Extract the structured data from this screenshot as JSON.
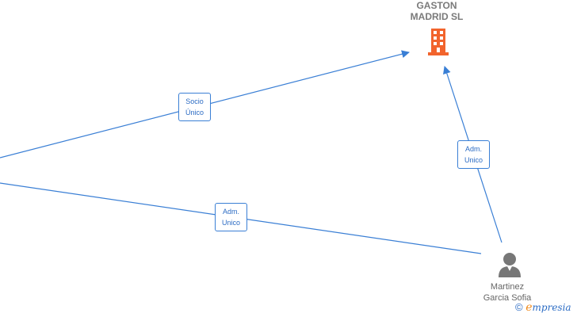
{
  "company": {
    "name_line1": "GASTON",
    "name_line2": "MADRID  SL",
    "icon": "building-icon",
    "icon_color": "#f2642d"
  },
  "person": {
    "name_line1": "Martinez",
    "name_line2": "Garcia Sofia",
    "icon": "person-icon",
    "icon_color": "#777777"
  },
  "edges": [
    {
      "line1": "Socio",
      "line2": "Único"
    },
    {
      "line1": "Adm.",
      "line2": "Unico"
    },
    {
      "line1": "Adm.",
      "line2": "Unico"
    }
  ],
  "edge_color": "#3a7fd5",
  "watermark": {
    "symbol": "©",
    "brand_initial": "e",
    "brand_rest": "mpresia"
  }
}
